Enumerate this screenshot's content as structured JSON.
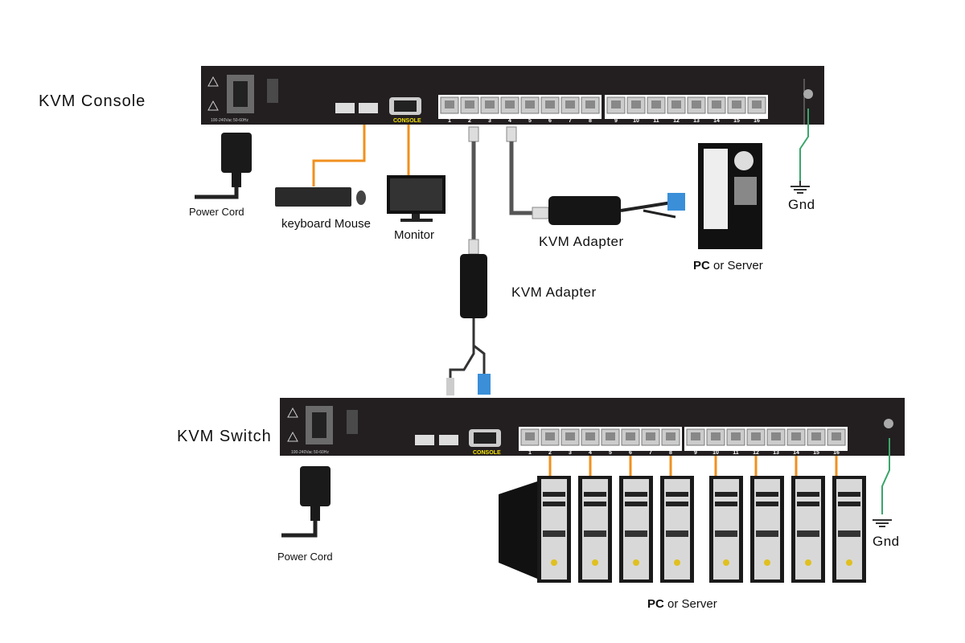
{
  "labels": {
    "kvm_console": "KVM Console",
    "kvm_switch": "KVM Switch",
    "power_cord_top": "Power Cord",
    "power_cord_bottom": "Power Cord",
    "keyboard": "keyboard",
    "mouse": "Mouse",
    "monitor": "Monitor",
    "kvm_adapter_right": "KVM Adapter",
    "kvm_adapter_center": "KVM Adapter",
    "pc_top_bold": "PC",
    "pc_top_rest": "or Server",
    "pc_bottom_bold": "PC",
    "pc_bottom_rest": "or Server",
    "gnd_top": "Gnd",
    "gnd_bottom": "Gnd"
  },
  "panel": {
    "voltage": "100-240Vac 50-60Hz",
    "console_port": "CONSOLE",
    "port_numbers": [
      "1",
      "2",
      "3",
      "4",
      "5",
      "6",
      "7",
      "8",
      "9",
      "10",
      "11",
      "12",
      "13",
      "14",
      "15",
      "16"
    ]
  },
  "colors": {
    "chassis": "#231f20",
    "cable_orange": "#f0901e",
    "console_text": "#f5e400",
    "ground_green": "#3aa66a",
    "vga_blue": "#3a8fd8"
  },
  "connected_switch_ports": [
    2,
    4,
    6,
    8,
    10,
    12,
    14,
    16
  ]
}
